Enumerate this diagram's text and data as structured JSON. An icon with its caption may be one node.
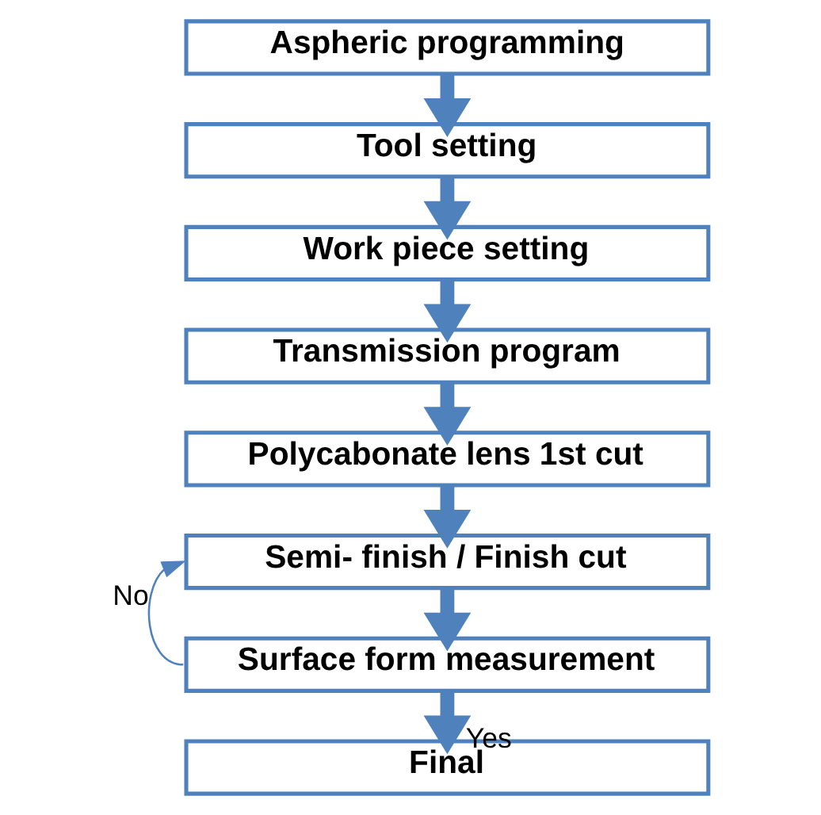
{
  "diagram": {
    "nodes": [
      {
        "text": [
          "Aspheric programming"
        ]
      },
      {
        "text": [
          "Tool setting"
        ]
      },
      {
        "text": [
          "Work piece setting"
        ]
      },
      {
        "text": [
          "Transmission program"
        ]
      },
      {
        "text": [
          "Polycabonate lens 1st cut"
        ]
      },
      {
        "text": [
          "Semi- finish / Finish cut"
        ]
      },
      {
        "text": [
          "Surface form measurement"
        ]
      },
      {
        "text": [
          "Final"
        ]
      }
    ],
    "edges": [
      {
        "from": 0,
        "to": 1,
        "arrow": "to"
      },
      {
        "from": 1,
        "to": 2,
        "arrow": "to"
      },
      {
        "from": 2,
        "to": 3,
        "arrow": "to"
      },
      {
        "from": 3,
        "to": 4,
        "arrow": "to"
      },
      {
        "from": 4,
        "to": 5,
        "arrow": "to"
      },
      {
        "from": 5,
        "to": 6,
        "arrow": "to"
      },
      {
        "from": 6,
        "to": 5,
        "arrow": "to",
        "label": "No"
      },
      {
        "from": 6,
        "to": 7,
        "arrow": "to",
        "label": "Yes"
      }
    ]
  }
}
